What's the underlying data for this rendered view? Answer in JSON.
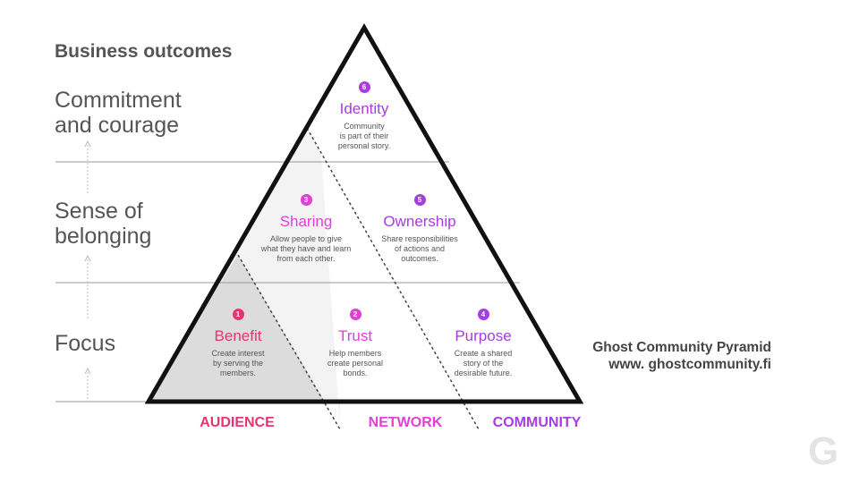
{
  "heading": "Business outcomes",
  "levels": [
    {
      "label": "Commitment\nand courage"
    },
    {
      "label": "Sense of\nbelonging"
    },
    {
      "label": "Focus"
    }
  ],
  "nodes": [
    {
      "number": "6",
      "title": "Identity",
      "description": "Community\nis part of their\npersonal story.",
      "color": "#a83ce0"
    },
    {
      "number": "3",
      "title": "Sharing",
      "description": "Allow people to give\nwhat they have and learn\nfrom each other.",
      "color": "#e23fd5"
    },
    {
      "number": "5",
      "title": "Ownership",
      "description": "Share responsibilities\nof actions and\noutcomes.",
      "color": "#a83ce0"
    },
    {
      "number": "1",
      "title": "Benefit",
      "description": "Create interest\nby  serving the\nmembers.",
      "color": "#e8336f"
    },
    {
      "number": "2",
      "title": "Trust",
      "description": "Help members\ncreate personal\nbonds.",
      "color": "#e23fd5"
    },
    {
      "number": "4",
      "title": "Purpose",
      "description": "Create a shared\nstory of the\ndesirable future.",
      "color": "#a83ce0"
    }
  ],
  "axis": [
    {
      "label": "AUDIENCE",
      "color": "#e8336f"
    },
    {
      "label": "NETWORK",
      "color": "#e23fd5"
    },
    {
      "label": "COMMUNITY",
      "color": "#a83ce0"
    }
  ],
  "credit": {
    "line1": "Ghost Community Pyramid",
    "line2": "www. ghostcommunity.fi"
  },
  "logo": "G"
}
